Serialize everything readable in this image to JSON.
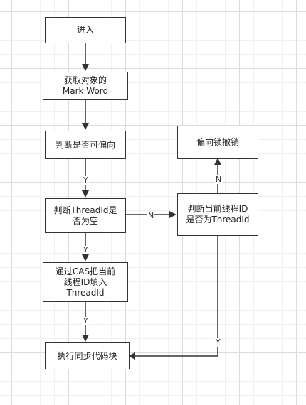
{
  "nodes": {
    "enter": "进入",
    "get_mark_word": "获取对象的\nMark Word",
    "check_biased": "判断是否可偏向",
    "check_threadid_empty": "判断ThreadId是\n否为空",
    "cas_fill": "通过CAS把当前\n线程ID填入\nThreadId",
    "exec_sync": "执行同步代码块",
    "check_current_thread": "判断当前线程ID\n是否为ThreadId",
    "revoke_biased": "偏向锁撤销"
  },
  "edges": {
    "biased_to_empty_label": "Y",
    "empty_to_current_label": "N",
    "empty_to_cas_label": "Y",
    "cas_to_exec_label": "Y",
    "current_to_exec_label": "Y",
    "current_to_revoke_label": "N"
  },
  "colors": {
    "stroke": "#333333",
    "grid": "#dcdcdc",
    "node_fill": "#ffffff"
  }
}
